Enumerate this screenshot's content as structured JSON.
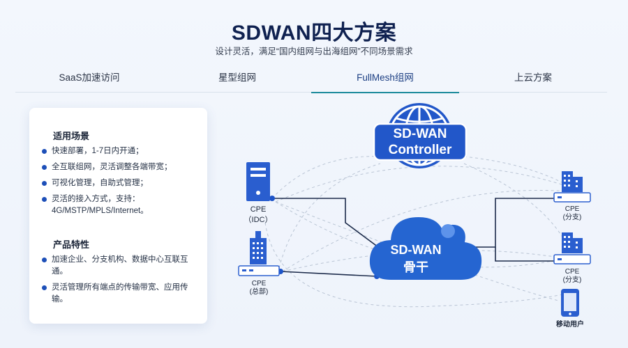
{
  "header": {
    "title": "SDWAN四大方案",
    "subtitle": "设计灵活，满足“国内组网与出海组网”不同场景需求"
  },
  "tabs": [
    {
      "label": "SaaS加速访问",
      "active": false
    },
    {
      "label": "星型组网",
      "active": false
    },
    {
      "label": "FullMesh组网",
      "active": true
    },
    {
      "label": "上云方案",
      "active": false
    }
  ],
  "card": {
    "section1_title": "适用场景",
    "section1_items": [
      "快速部署，1-7日内开通；",
      "全互联组网，灵活调整各端带宽；",
      "可视化管理，自助式管理；",
      "灵活的接入方式，支持：4G/MSTP/MPLS/Internet。"
    ],
    "section2_title": "产品特性",
    "section2_items": [
      "加速企业、分支机构、数据中心互联互通。",
      "灵活管理所有端点的传输带宽、应用传输。"
    ]
  },
  "diagram": {
    "controller_line1": "SD-WAN",
    "controller_line2": "Controller",
    "backbone_line1": "SD-WAN",
    "backbone_line2": "骨干",
    "cpe_idc_label": "CPE",
    "cpe_idc_sub": "（IDC）",
    "cpe_hq_label": "CPE",
    "cpe_hq_sub": "(总部)",
    "cpe_branch1_label": "CPE",
    "cpe_branch1_sub": "(分支)",
    "cpe_branch2_label": "CPE",
    "cpe_branch2_sub": "(分支)",
    "mobile_label": "移动用户"
  },
  "colors": {
    "accent_blue": "#1d54c8",
    "dark_navy": "#0f2150",
    "tab_underline": "#1b8a9b"
  }
}
